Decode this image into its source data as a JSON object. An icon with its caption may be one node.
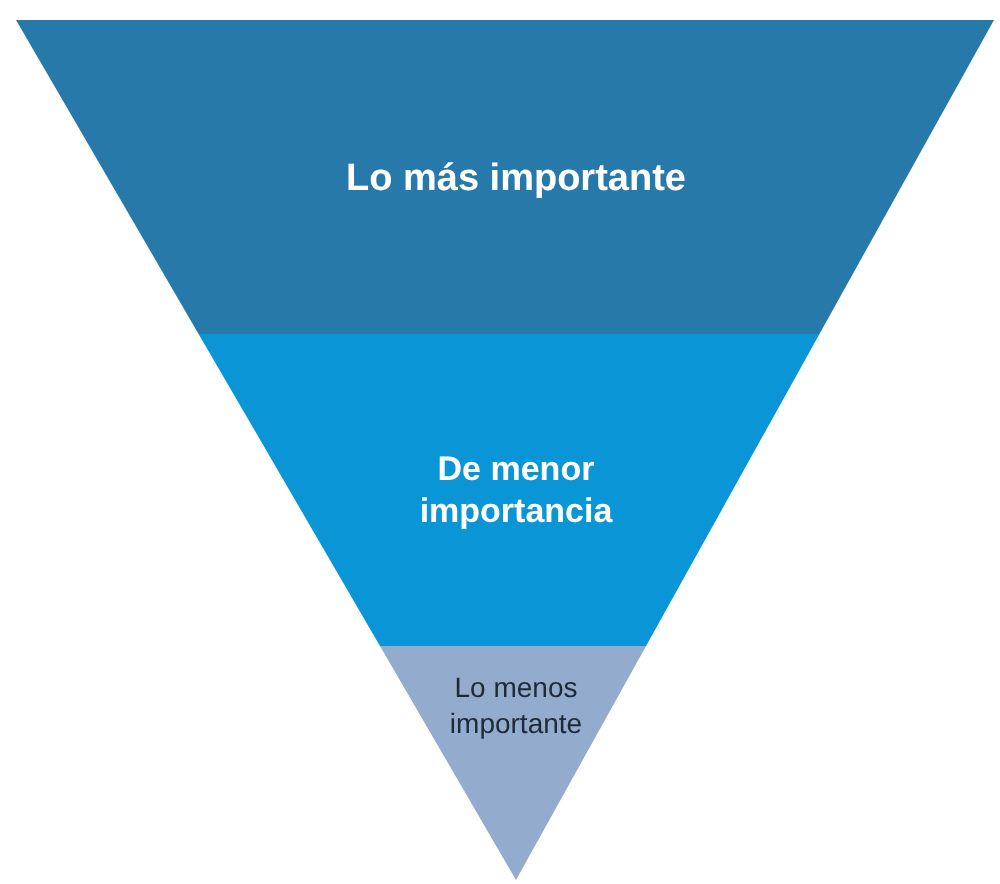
{
  "diagram": {
    "nodes": [
      {
        "text": [
          "Lo más importante"
        ]
      },
      {
        "text": [
          "De menor importancia"
        ]
      },
      {
        "text": [
          "Lo menos importante"
        ]
      }
    ]
  }
}
